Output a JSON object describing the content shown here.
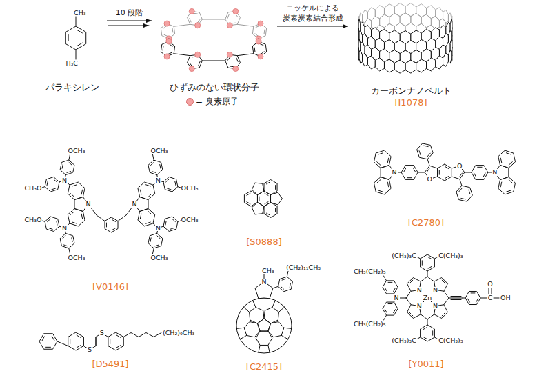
{
  "diagram": {
    "nodes": [
      {
        "text": [
          "パラキシレン"
        ]
      },
      {
        "text": [
          "ひずみのない環状分子"
        ]
      },
      {
        "text": [
          "カーボンナノベルト",
          "[I1078]"
        ]
      }
    ],
    "edges": [
      {
        "from": 0,
        "to": 1,
        "arrow": "to",
        "label": "10 段階"
      },
      {
        "from": 1,
        "to": 2,
        "arrow": "to",
        "label": "ニッケルによる 炭素炭素結合形成"
      }
    ],
    "labels": [
      "CH₃",
      "H₃C",
      "OCH₃",
      "OCH₃",
      "N",
      "N",
      "CH₃O",
      "OCH₃",
      "N",
      "N",
      "CH₃O",
      "OCH₃",
      "N",
      "N",
      "OCH₃",
      "OCH₃",
      "[V0146]",
      "[S0888]",
      "N",
      "O",
      "O",
      "N",
      "[C2780]",
      "S",
      "S",
      "(CH₂)₉CH₃",
      "[D5491]",
      "CH₃",
      "N",
      "(CH₂)₁₁CH₃",
      "[C2415]",
      "(CH₃)₃C",
      "C(CH₃)₃",
      "CH₃(CH₂)₅",
      "N",
      "N",
      "N",
      "Zn",
      "O",
      "C",
      "OH",
      "N",
      "N",
      "CH₃(CH₂)₅",
      "(CH₃)₃C",
      "C(CH₃)₃",
      "[Y0011]"
    ],
    "legend": [
      {
        "text": "= 臭素原子",
        "color": "#f4a3a3"
      }
    ]
  }
}
